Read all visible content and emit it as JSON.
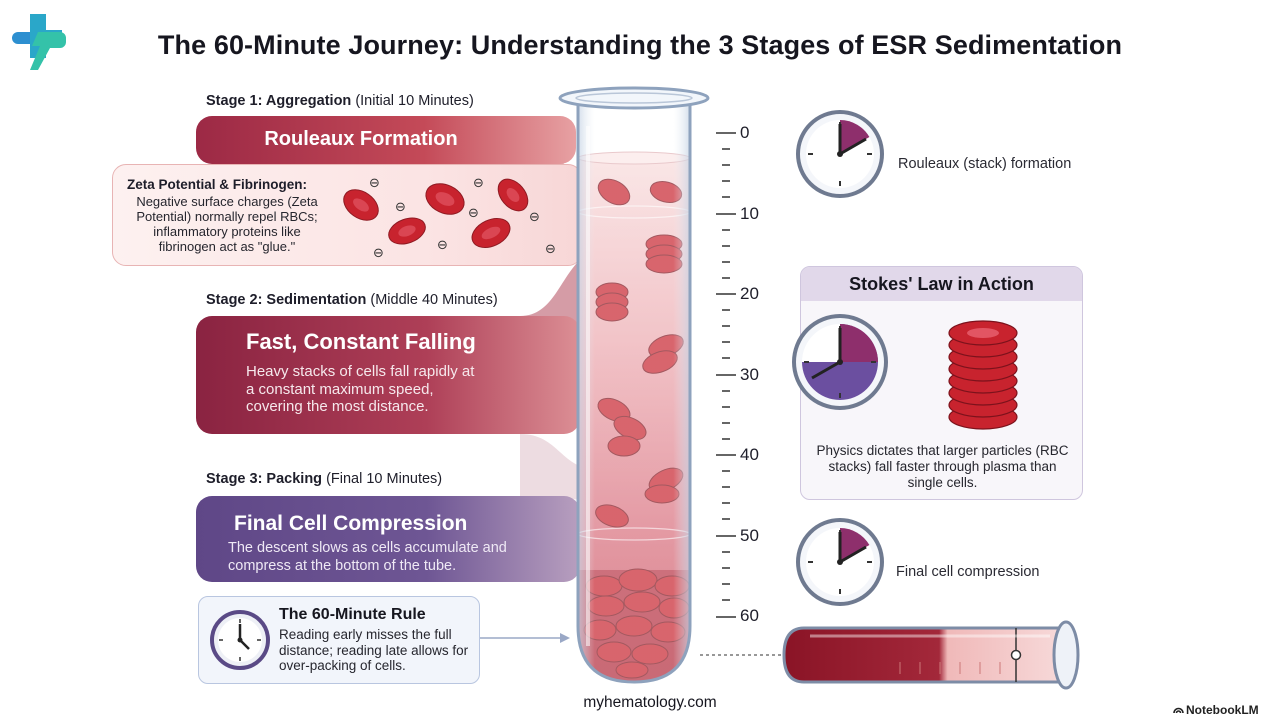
{
  "title": "The 60-Minute Journey: Understanding the 3 Stages of ESR Sedimentation",
  "stage1": {
    "heading_bold": "Stage 1: Aggregation",
    "heading_rest": " (Initial 10 Minutes)",
    "band_title": "Rouleaux Formation",
    "box_title": "Zeta Potential & Fibrinogen:",
    "box_body": "Negative surface charges (Zeta Potential) normally repel RBCs; inflammatory proteins like fibrinogen act as \"glue.\"",
    "charge_symbol": "⊖"
  },
  "stage2": {
    "heading_bold": "Stage 2: Sedimentation",
    "heading_rest": " (Middle 40 Minutes)",
    "band_title": "Fast, Constant Falling",
    "band_body": "Heavy stacks of cells fall rapidly at a constant maximum speed, covering the most distance."
  },
  "stage3": {
    "heading_bold": "Stage 3: Packing",
    "heading_rest": " (Final 10 Minutes)",
    "band_title": "Final Cell Compression",
    "band_body": "The descent slows as cells accumulate and compress at the bottom of the tube."
  },
  "rule": {
    "title": "The 60-Minute Rule",
    "body": "Reading early misses the full distance; reading late allows for over-packing of cells."
  },
  "scale": {
    "labels": [
      "0",
      "10",
      "20",
      "30",
      "40",
      "50",
      "60"
    ]
  },
  "right": {
    "clock1_label": "Rouleaux (stack) formation",
    "stokes_title": "Stokes' Law in Action",
    "stokes_body": "Physics dictates that larger particles (RBC stacks) fall faster through plasma than single cells.",
    "clock3_label": "Final cell compression"
  },
  "footer": {
    "site": "myhematology.com",
    "brand": "NotebookLM"
  },
  "colors": {
    "stage1": "#9c2945",
    "stage2": "#8a2341",
    "stage3": "#5f4787",
    "rbc": "#c8232e",
    "clock_fill": "#8e2f6c"
  },
  "icons": {
    "logo": "medical-cross-logo-icon",
    "clock": "clock-icon",
    "rbc": "red-blood-cell-icon",
    "test_tube": "test-tube-icon",
    "horizontal_tube": "horizontal-tube-icon",
    "brand": "notebooklm-icon"
  }
}
